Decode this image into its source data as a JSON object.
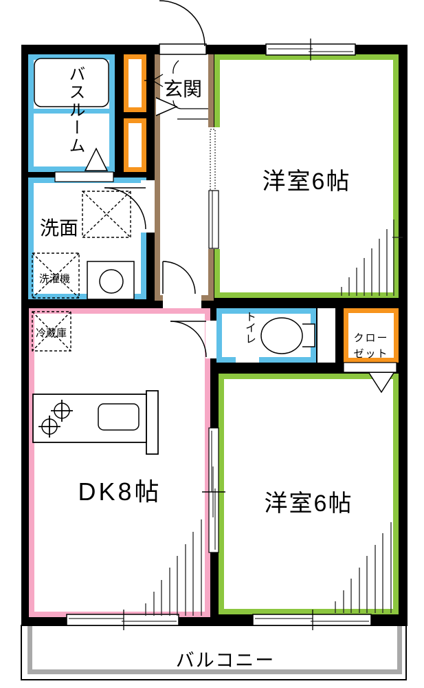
{
  "plan": {
    "type": "apartment-floor-plan",
    "rooms": {
      "bathroom": {
        "label": "バスルーム"
      },
      "entrance": {
        "label": "玄関"
      },
      "washroom": {
        "label": "洗面"
      },
      "laundry": {
        "label": "洗濯機"
      },
      "refrigerator": {
        "label": "冷蔵庫"
      },
      "dining_kitchen": {
        "label": "DK8帖",
        "size_jou": 8
      },
      "western_room_top": {
        "label": "洋室6帖",
        "size_jou": 6
      },
      "toilet": {
        "label": "トイレ"
      },
      "closet": {
        "label_line1": "クロー",
        "label_line2": "ゼット"
      },
      "western_room_bottom": {
        "label": "洋室6帖",
        "size_jou": 6
      },
      "balcony": {
        "label": "バルコニー"
      }
    },
    "colors": {
      "wall": "#000000",
      "water_blue": "#5FC0E8",
      "entrance_brown": "#9C7E5F",
      "room_green": "#8CC63F",
      "dk_pink": "#F7A8C5",
      "storage_orange": "#F7941D",
      "balcony_gray": "#A9A9A9"
    }
  }
}
